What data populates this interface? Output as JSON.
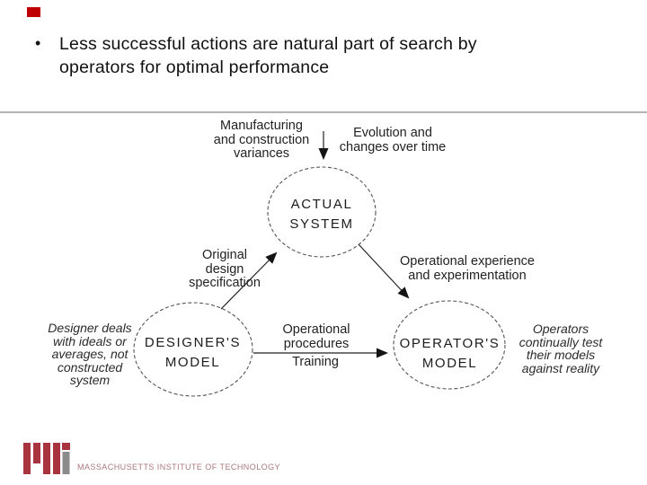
{
  "slide": {
    "accent_color": "#c00000",
    "bullet_glyph": "•",
    "title": "Less successful actions are natural part of search by\noperators for optimal performance"
  },
  "diagram": {
    "nodes": {
      "actual": "ACTUAL\nSYSTEM",
      "designer": "DESIGNER'S\nMODEL",
      "operator": "OPERATOR'S\nMODEL"
    },
    "labels": {
      "manufacturing": "Manufacturing\nand construction\nvariances",
      "evolution": "Evolution and\nchanges over time",
      "original_design": "Original\ndesign\nspecification",
      "operational_experience": "Operational experience\nand experimentation",
      "designer_deals": "Designer deals\nwith ideals or\naverages, not\nconstructed\nsystem",
      "operational_procedures": "Operational\nprocedures",
      "training": "Training",
      "operators_test": "Operators\ncontinually test\ntheir models\nagainst reality"
    },
    "line_color": "#222222",
    "circle_color": "#555555"
  },
  "footer": {
    "institution": "MASSACHUSETTS INSTITUTE OF TECHNOLOGY",
    "logo_red": "#a8343f",
    "logo_gray": "#8b8b8b",
    "wordmark_color": "#a2696d"
  }
}
